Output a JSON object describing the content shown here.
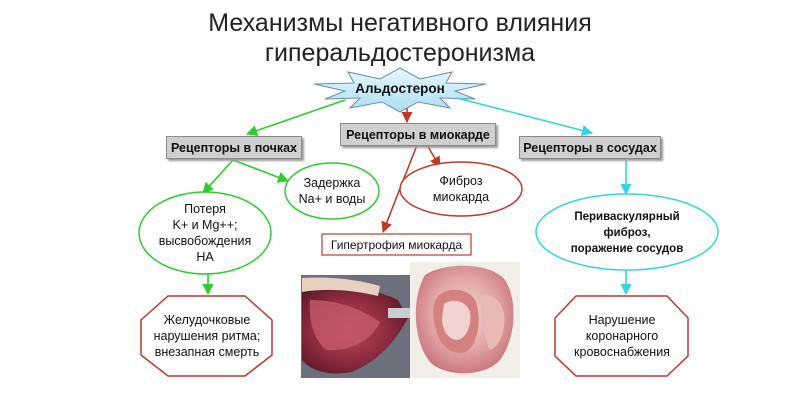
{
  "title": {
    "line1": "Механизмы негативного влияния",
    "line2": "гиперальдостеронизма"
  },
  "nodes": {
    "aldosterone": "Альдостерон",
    "receptors_kidneys": "Рецепторы в почках",
    "receptors_myocardium": "Рецепторы в миокарде",
    "receptors_vessels": "Рецепторы в сосудах",
    "sodium_retention": {
      "line1": "Задержка",
      "line2": "Na+ и воды"
    },
    "myocardial_fibrosis": {
      "line1": "Фиброз",
      "line2": "миокарда"
    },
    "ion_loss": {
      "line1": "Потеря",
      "line2": "K+ и Mg++;",
      "line3": "высвобождения",
      "line4": "НА"
    },
    "myocardial_hypertrophy": "Гипертрофия миокарда",
    "perivascular_fibrosis": {
      "line1": "Периваскулярный",
      "line2": "фиброз,",
      "line3": "поражение сосудов"
    },
    "arrhythmia": {
      "line1": "Желудочковые",
      "line2": "нарушения ритма;",
      "line3": "внезапная смерть"
    },
    "coronary": {
      "line1": "Нарушение",
      "line2": "коронарного",
      "line3": "кровоснабжения"
    }
  },
  "colors": {
    "green": "#2ecc2e",
    "red": "#c0392b",
    "cyan": "#33d6e0",
    "star_fill": "#bfe8f6"
  },
  "images": {
    "left": "heart-cross-section-photo",
    "right": "heart-specimen-photo"
  }
}
